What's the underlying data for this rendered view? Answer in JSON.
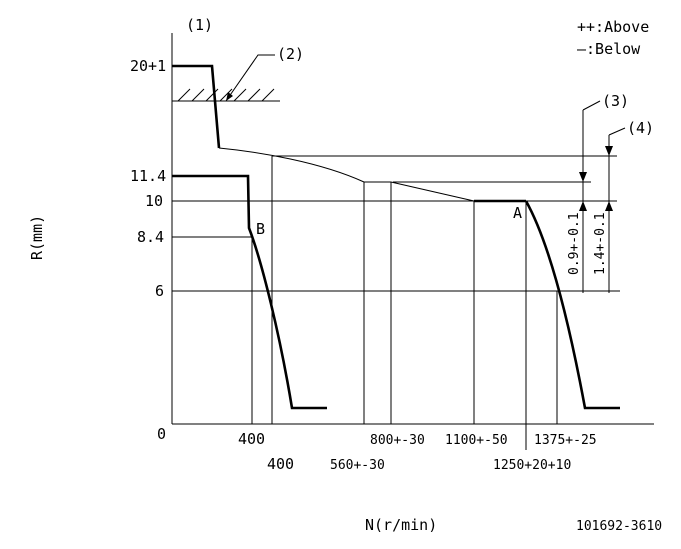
{
  "legend": {
    "above": "++:Above",
    "below": "—:Below"
  },
  "callouts": {
    "c1": "(1)",
    "c2": "(2)",
    "c3": "(3)",
    "c4": "(4)"
  },
  "y_axis": {
    "label": "R(mm)",
    "ticks": [
      "20+1",
      "11.4",
      "10",
      "8.4",
      "6",
      "0"
    ]
  },
  "x_axis": {
    "label": "N(r/min)",
    "ticks": [
      "400",
      "400",
      "560+-30",
      "800+-30",
      "1100+-50",
      "1250+20+10",
      "1375+-25"
    ]
  },
  "dimensions": {
    "d3": "0.9+-0.1",
    "d4": "1.4+-0.1"
  },
  "points": {
    "a": "A",
    "b": "B"
  },
  "doc_id": "101692-3610"
}
